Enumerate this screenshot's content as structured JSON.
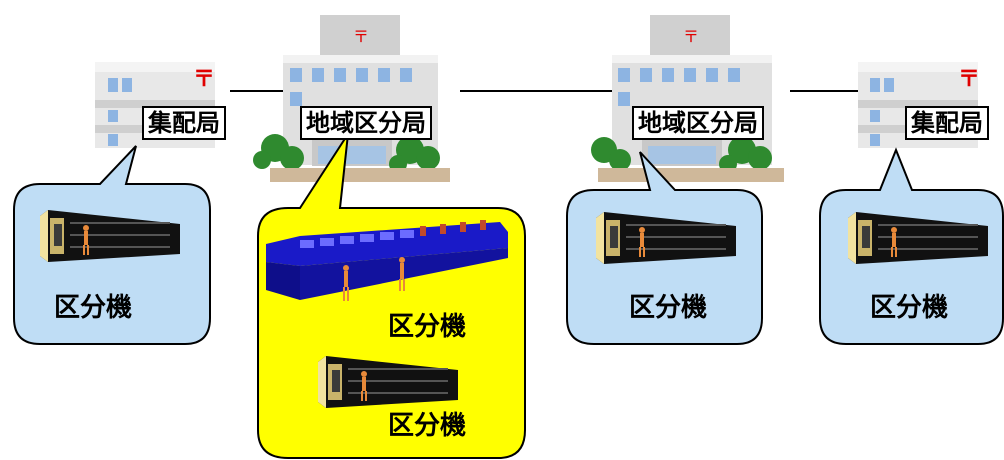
{
  "buildings": [
    {
      "label": "集配局",
      "type": "collection"
    },
    {
      "label": "地域区分局",
      "type": "regional"
    },
    {
      "label": "地域区分局",
      "type": "regional"
    },
    {
      "label": "集配局",
      "type": "collection"
    }
  ],
  "callouts": [
    {
      "caption": "区分機"
    },
    {
      "caption_1": "区分機",
      "caption_2": "区分機",
      "highlighted": true
    },
    {
      "caption": "区分機"
    },
    {
      "caption": "区分機"
    }
  ],
  "postal_mark": "〒",
  "colors": {
    "callout_fill": "#BFDDF5",
    "callout_highlight": "#FFFF00",
    "building_gray": "#D9D9D9",
    "window_blue": "#8DB4E2",
    "postal_red": "#E00000",
    "machine_blue": "#1A1AC8",
    "tree_green": "#2F8A2F"
  }
}
